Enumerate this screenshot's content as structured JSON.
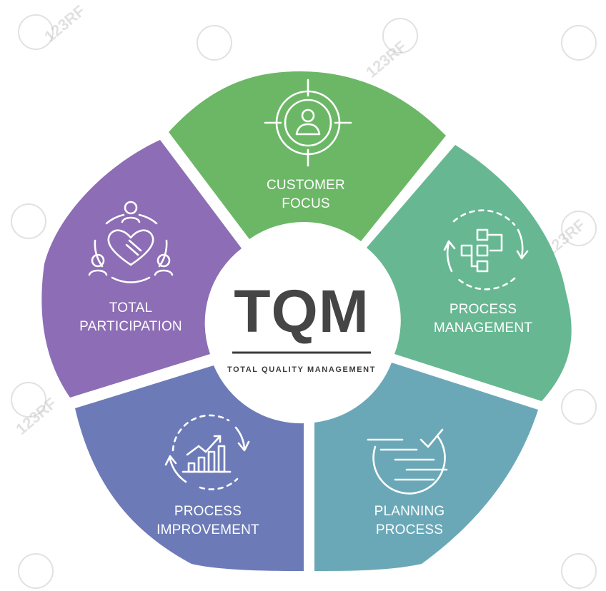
{
  "diagram": {
    "title": "TQM",
    "subtitle": "TOTAL QUALITY MANAGEMENT",
    "watermark": "123RF",
    "segments": [
      {
        "id": "customer-focus",
        "line1": "CUSTOMER",
        "line2": "FOCUS",
        "color": "#6bb766",
        "icon": "target-person-icon"
      },
      {
        "id": "process-management",
        "line1": "PROCESS",
        "line2": "MANAGEMENT",
        "color": "#67b892",
        "icon": "flowchart-cycle-icon"
      },
      {
        "id": "planning-process",
        "line1": "PLANNING",
        "line2": "PROCESS",
        "color": "#6aa8b8",
        "icon": "checklist-circle-icon"
      },
      {
        "id": "process-improvement",
        "line1": "PROCESS",
        "line2": "IMPROVEMENT",
        "color": "#6c7bb8",
        "icon": "growth-chart-icon"
      },
      {
        "id": "total-participation",
        "line1": "TOTAL",
        "line2": "PARTICIPATION",
        "color": "#8d6db5",
        "icon": "team-heart-icon"
      }
    ]
  }
}
